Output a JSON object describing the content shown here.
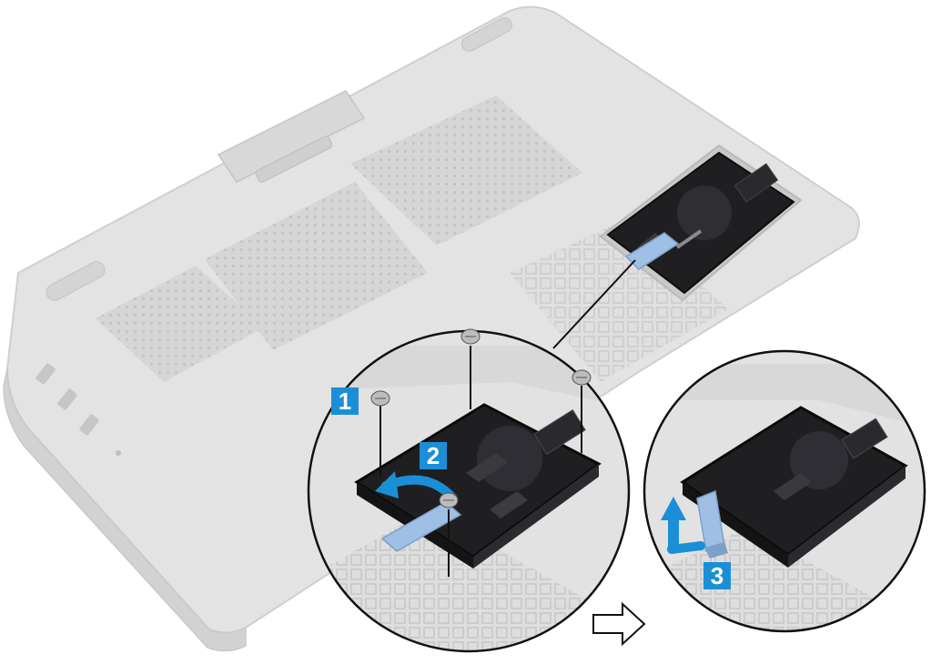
{
  "steps": {
    "one": "1",
    "two": "2",
    "three": "3"
  },
  "icons": {
    "step_arrow": "outline-arrow-right-icon",
    "screw": "screw-icon",
    "pull_tab": "pull-tab-icon",
    "lift_arrow": "lift-up-arrow-icon",
    "slide_arrow": "curved-slide-arrow-icon"
  },
  "colors": {
    "step_badge": "#1b8fd6",
    "pull_tab": "#9fbfe4",
    "action_arrow": "#1b8fd6",
    "drive_body": "#1f1f22",
    "laptop_shell": "#dcdcdc",
    "outline": "#111111"
  }
}
